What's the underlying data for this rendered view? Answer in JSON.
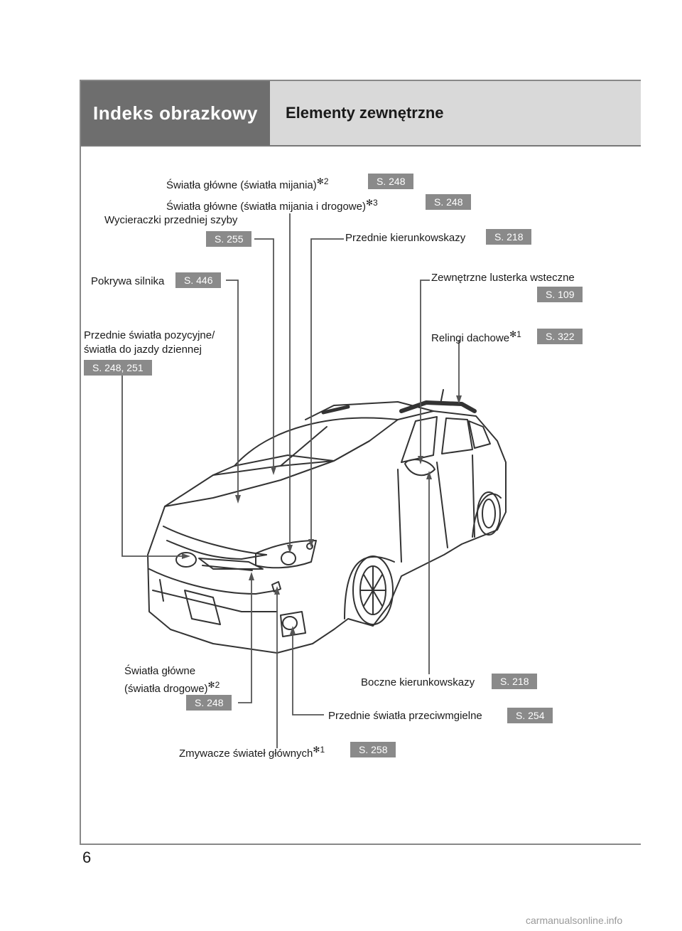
{
  "header": {
    "section": "Indeks obrazkowy",
    "title": "Elementy zewnętrzne"
  },
  "callouts": {
    "low_beam": {
      "label": "Światła główne (światła mijania)",
      "mark": "✻2",
      "page": "S. 248"
    },
    "low_high_beam": {
      "label": "Światła główne (światła mijania i drogowe)",
      "mark": "✻3",
      "page": "S. 248"
    },
    "wipers": {
      "label": "Wycieraczki przedniej szyby",
      "page": "S. 255"
    },
    "front_turn": {
      "label": "Przednie kierunkowskazy",
      "page": "S. 218"
    },
    "hood": {
      "label": "Pokrywa silnika",
      "page": "S. 446"
    },
    "mirrors": {
      "label": "Zewnętrzne lusterka wsteczne",
      "page": "S. 109"
    },
    "position_lights": {
      "line1": "Przednie światła pozycyjne/",
      "line2": "światła do jazdy dziennej",
      "page": "S. 248, 251"
    },
    "roof_rails": {
      "label": "Relingi dachowe",
      "mark": "✻1",
      "page": "S. 322"
    },
    "high_beam": {
      "line1": "Światła główne",
      "line2": "(światła drogowe)",
      "mark": "✻2",
      "page": "S. 248"
    },
    "side_turn": {
      "label": "Boczne kierunkowskazy",
      "page": "S. 218"
    },
    "fog_lights": {
      "label": "Przednie światła przeciwmgielne",
      "page": "S. 254"
    },
    "headlight_cleaners": {
      "label": "Zmywacze świateł głównych",
      "mark": "✻1",
      "page": "S. 258"
    }
  },
  "page_number": "6",
  "watermark": "carmanualsonline.info"
}
